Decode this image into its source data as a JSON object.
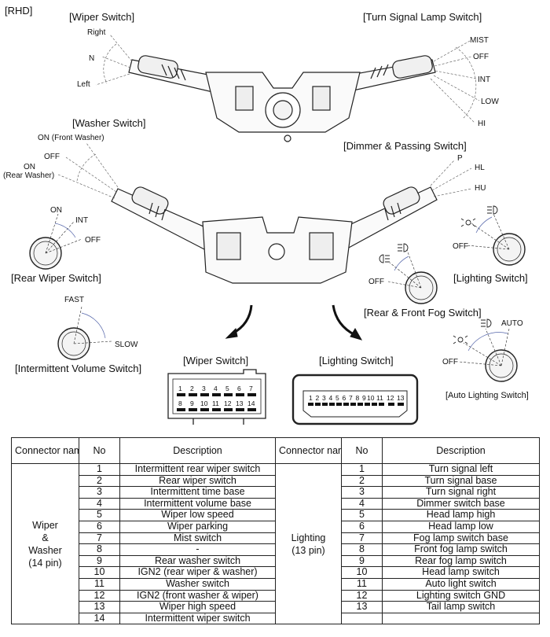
{
  "labels": {
    "rhd": "[RHD]",
    "wiper_switch": "[Wiper Switch]",
    "turn_signal_switch": "[Turn Signal Lamp Switch]",
    "washer_switch": "[Washer Switch]",
    "dimmer_passing_switch": "[Dimmer & Passing Switch]",
    "rear_wiper_switch": "[Rear Wiper Switch]",
    "lighting_switch": "[Lighting Switch]",
    "rear_front_fog_switch": "[Rear & Front Fog Switch]",
    "intermittent_volume_switch": "[Intermittent Volume Switch]",
    "auto_lighting_switch": "[Auto Lighting Switch]",
    "wiper_connector": "[Wiper Switch]",
    "lighting_connector": "[Lighting Switch]"
  },
  "positions": {
    "wiper": [
      "Right",
      "N",
      "Left"
    ],
    "turn": [
      "MIST",
      "OFF",
      "INT",
      "LOW",
      "HI"
    ],
    "washer": [
      "ON (Front Washer)",
      "OFF",
      "ON",
      "(Rear Washer)"
    ],
    "dimmer": [
      "P",
      "HL",
      "HU"
    ],
    "rear_wiper": [
      "ON",
      "INT",
      "OFF"
    ],
    "lighting": [
      "OFF"
    ],
    "fog": [
      "OFF"
    ],
    "volume": [
      "FAST",
      "SLOW"
    ],
    "auto_lighting": [
      "AUTO",
      "OFF"
    ]
  },
  "connector_pins": {
    "wiper_row1": [
      "1",
      "2",
      "3",
      "4",
      "5",
      "6",
      "7"
    ],
    "wiper_row2": [
      "8",
      "9",
      "10",
      "11",
      "12",
      "13",
      "14"
    ],
    "lighting_row": [
      "1",
      "2",
      "3",
      "4",
      "5",
      "6",
      "7",
      "8",
      "9",
      "10",
      "11",
      "12",
      "13"
    ]
  },
  "table": {
    "headers": [
      "Connector name",
      "No",
      "Description",
      "Connector name",
      "No",
      "Description"
    ],
    "left_group": [
      "Wiper",
      "&",
      "Washer",
      "(14 pin)"
    ],
    "right_group": [
      "Lighting",
      "(13 pin)"
    ],
    "left_rows": [
      {
        "no": "1",
        "desc": "Intermittent rear wiper switch"
      },
      {
        "no": "2",
        "desc": "Rear wiper switch"
      },
      {
        "no": "3",
        "desc": "Intermittent time base"
      },
      {
        "no": "4",
        "desc": "Intermittent volume base"
      },
      {
        "no": "5",
        "desc": "Wiper low speed"
      },
      {
        "no": "6",
        "desc": "Wiper parking"
      },
      {
        "no": "7",
        "desc": "Mist switch"
      },
      {
        "no": "8",
        "desc": "-"
      },
      {
        "no": "9",
        "desc": "Rear washer switch"
      },
      {
        "no": "10",
        "desc": "IGN2 (rear wiper & washer)"
      },
      {
        "no": "11",
        "desc": "Washer switch"
      },
      {
        "no": "12",
        "desc": "IGN2 (front washer & wiper)"
      },
      {
        "no": "13",
        "desc": "Wiper high speed"
      },
      {
        "no": "14",
        "desc": "Intermittent wiper switch"
      }
    ],
    "right_rows": [
      {
        "no": "1",
        "desc": "Turn signal left"
      },
      {
        "no": "2",
        "desc": "Turn signal base"
      },
      {
        "no": "3",
        "desc": "Turn signal right"
      },
      {
        "no": "4",
        "desc": "Dimmer switch base"
      },
      {
        "no": "5",
        "desc": "Head lamp high"
      },
      {
        "no": "6",
        "desc": "Head lamp low"
      },
      {
        "no": "7",
        "desc": "Fog lamp switch base"
      },
      {
        "no": "8",
        "desc": "Front fog lamp switch"
      },
      {
        "no": "9",
        "desc": "Rear fog lamp switch"
      },
      {
        "no": "10",
        "desc": "Head lamp switch"
      },
      {
        "no": "11",
        "desc": "Auto light switch"
      },
      {
        "no": "12",
        "desc": "Lighting switch GND"
      },
      {
        "no": "13",
        "desc": "Tail lamp switch"
      },
      {
        "no": "",
        "desc": ""
      }
    ]
  }
}
